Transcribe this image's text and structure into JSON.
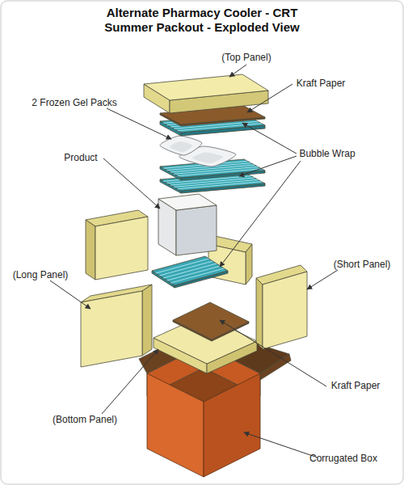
{
  "diagram": {
    "title": "Alternate Pharmacy Cooler - CRT Summer Packout - Exploded View",
    "labels": [
      "(Top Panel)",
      "Kraft Paper",
      "2 Frozen Gel Packs",
      "Bubble Wrap",
      "Product",
      "(Long Panel)",
      "(Short Panel)",
      "Kraft Paper",
      "(Bottom Panel)",
      "Corrugated Box"
    ]
  }
}
